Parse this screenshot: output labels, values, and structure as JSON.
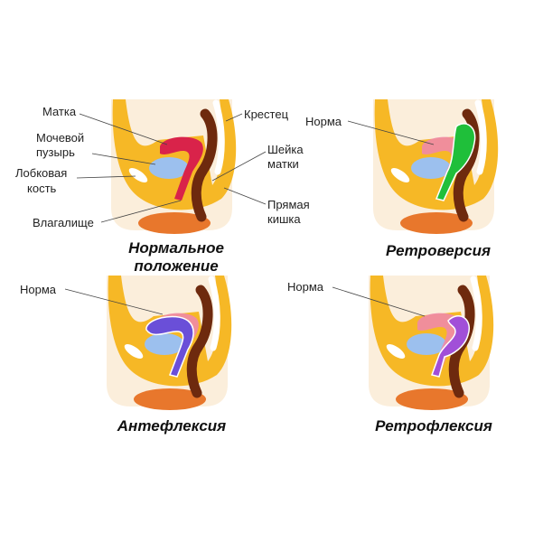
{
  "labels": {
    "uterus": "Матка",
    "bladder_1": "Мочевой",
    "bladder_2": "пузырь",
    "pubic_1": "Лобковая",
    "pubic_2": "кость",
    "vagina": "Влагалище",
    "sacrum": "Крестец",
    "cervix_1": "Шейка",
    "cervix_2": "матки",
    "rectum_1": "Прямая",
    "rectum_2": "кишка",
    "norm": "Норма"
  },
  "panels": [
    {
      "caption_1": "Нормальное",
      "caption_2": "положение",
      "variant": "normal",
      "uterus_color": "#d9234a"
    },
    {
      "caption_1": "Ретроверсия",
      "variant": "retroversion",
      "uterus_color": "#1fbf3a"
    },
    {
      "caption_1": "Антефлексия",
      "variant": "anteflexion",
      "uterus_color": "#6a4fd8"
    },
    {
      "caption_1": "Ретрофлексия",
      "variant": "retroflexion",
      "uterus_color": "#a14fd8"
    }
  ],
  "colors": {
    "fat": "#f6b826",
    "bladder": "#9cc0ee",
    "rectum": "#6e2a0e",
    "norm": "#f08aa8",
    "base": "#fbeedb",
    "perineum": "#e8772c"
  }
}
